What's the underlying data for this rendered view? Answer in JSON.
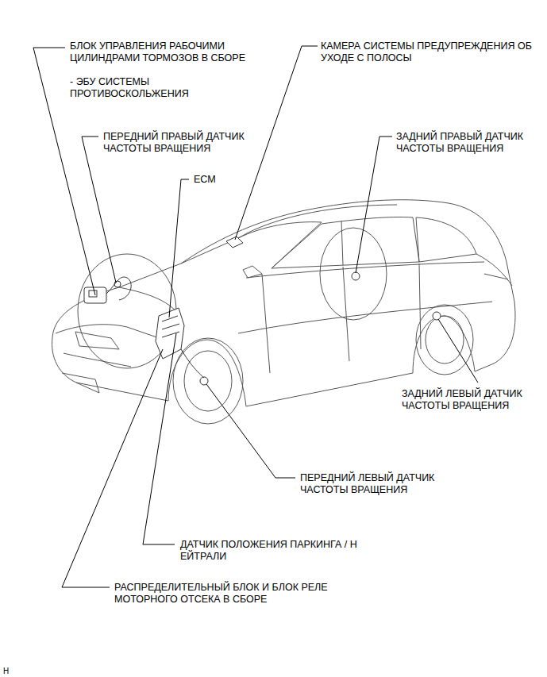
{
  "diagram": {
    "labels": [
      "БЛОК УПРАВЛЕНИЯ РАБОЧИМИ ЦИЛИНДРАМИ ТОРМОЗОВ В СБОРЕ",
      "- ЭБУ СИСТЕМЫ ПРОТИВОСКОЛЬЖЕНИЯ",
      "ПЕРЕДНИЙ ПРАВЫЙ ДАТЧИК ЧАСТОТЫ ВРАЩЕНИЯ",
      "ECM",
      "КАМЕРА СИСТЕМЫ ПРЕДУПРЕЖДЕНИЯ ОБ УХОДЕ С ПОЛОСЫ",
      "ЗАДНИЙ ПРАВЫЙ ДАТЧИК ЧАСТОТЫ ВРАЩЕНИЯ",
      "ЗАДНИЙ ЛЕВЫЙ ДАТЧИК ЧАСТОТЫ ВРАЩЕНИЯ",
      "ПЕРЕДНИЙ ЛЕВЫЙ ДАТЧИК ЧАСТОТЫ ВРАЩЕНИЯ",
      "ДАТЧИК ПОЛОЖЕНИЯ ПАРКИНГА / Н ЕЙТРАЛИ",
      "РАСПРЕДЕЛИТЕЛЬНЫЙ БЛОК И БЛОК РЕЛЕ МОТОРНОГО ОТСЕКА В СБОРЕ",
      "H"
    ]
  }
}
